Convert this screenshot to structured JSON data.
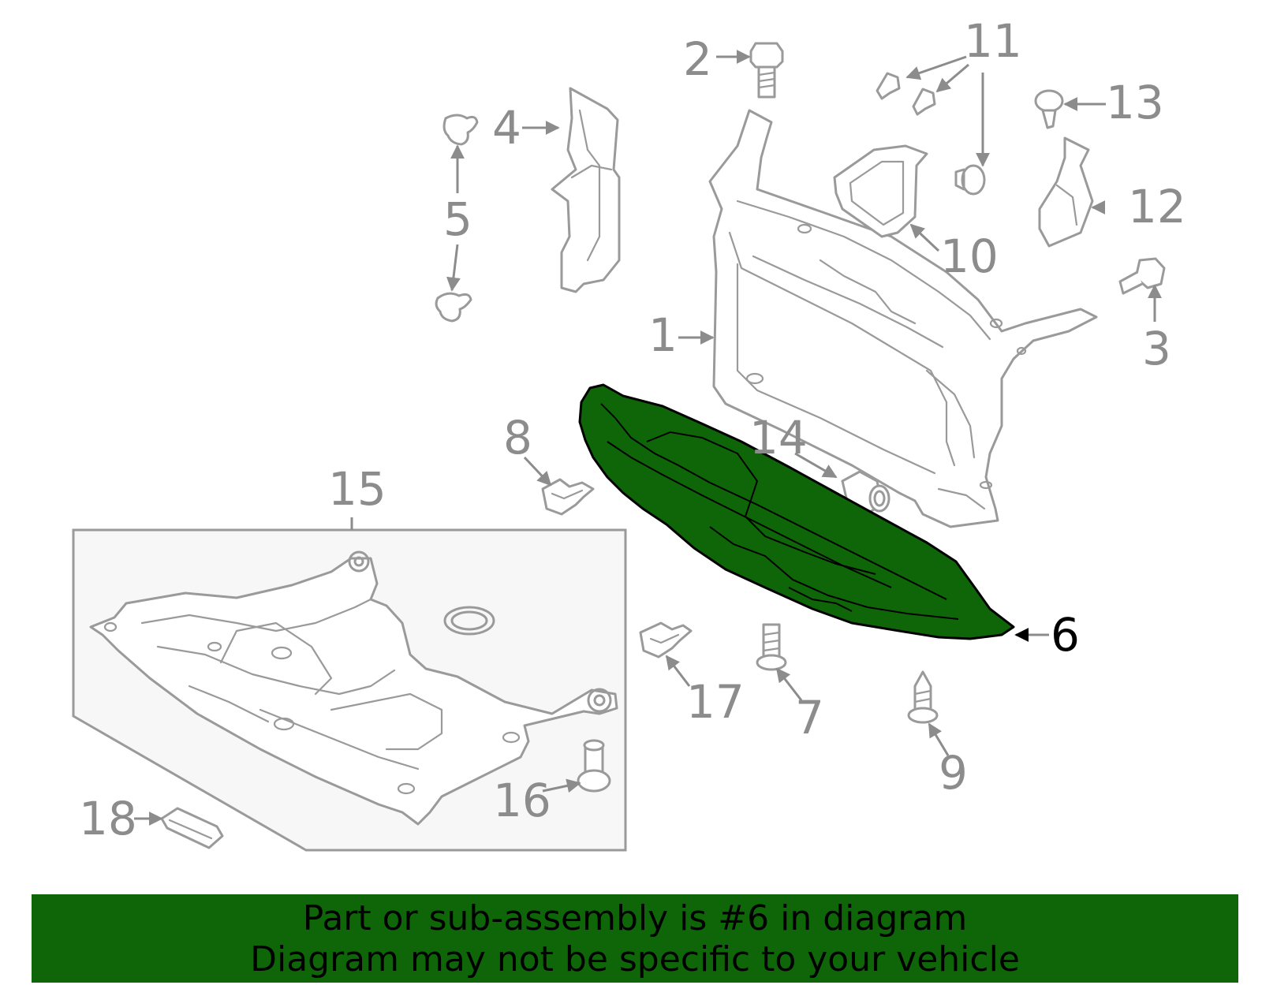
{
  "diagram": {
    "highlight_color": "#0f6608",
    "callouts": [
      {
        "id": "c1",
        "text": "1"
      },
      {
        "id": "c2",
        "text": "2"
      },
      {
        "id": "c3",
        "text": "3"
      },
      {
        "id": "c4",
        "text": "4"
      },
      {
        "id": "c5",
        "text": "5"
      },
      {
        "id": "c6",
        "text": "6",
        "highlighted": true
      },
      {
        "id": "c7",
        "text": "7"
      },
      {
        "id": "c8",
        "text": "8"
      },
      {
        "id": "c9",
        "text": "9"
      },
      {
        "id": "c10",
        "text": "10"
      },
      {
        "id": "c11",
        "text": "11"
      },
      {
        "id": "c12",
        "text": "12"
      },
      {
        "id": "c13",
        "text": "13"
      },
      {
        "id": "c14",
        "text": "14"
      },
      {
        "id": "c15",
        "text": "15"
      },
      {
        "id": "c16",
        "text": "16"
      },
      {
        "id": "c17",
        "text": "17"
      },
      {
        "id": "c18",
        "text": "18"
      }
    ]
  },
  "banner": {
    "line1": "Part or sub-assembly is #6 in diagram",
    "line2": "Diagram may not be specific to your vehicle",
    "background": "#0f6608"
  }
}
